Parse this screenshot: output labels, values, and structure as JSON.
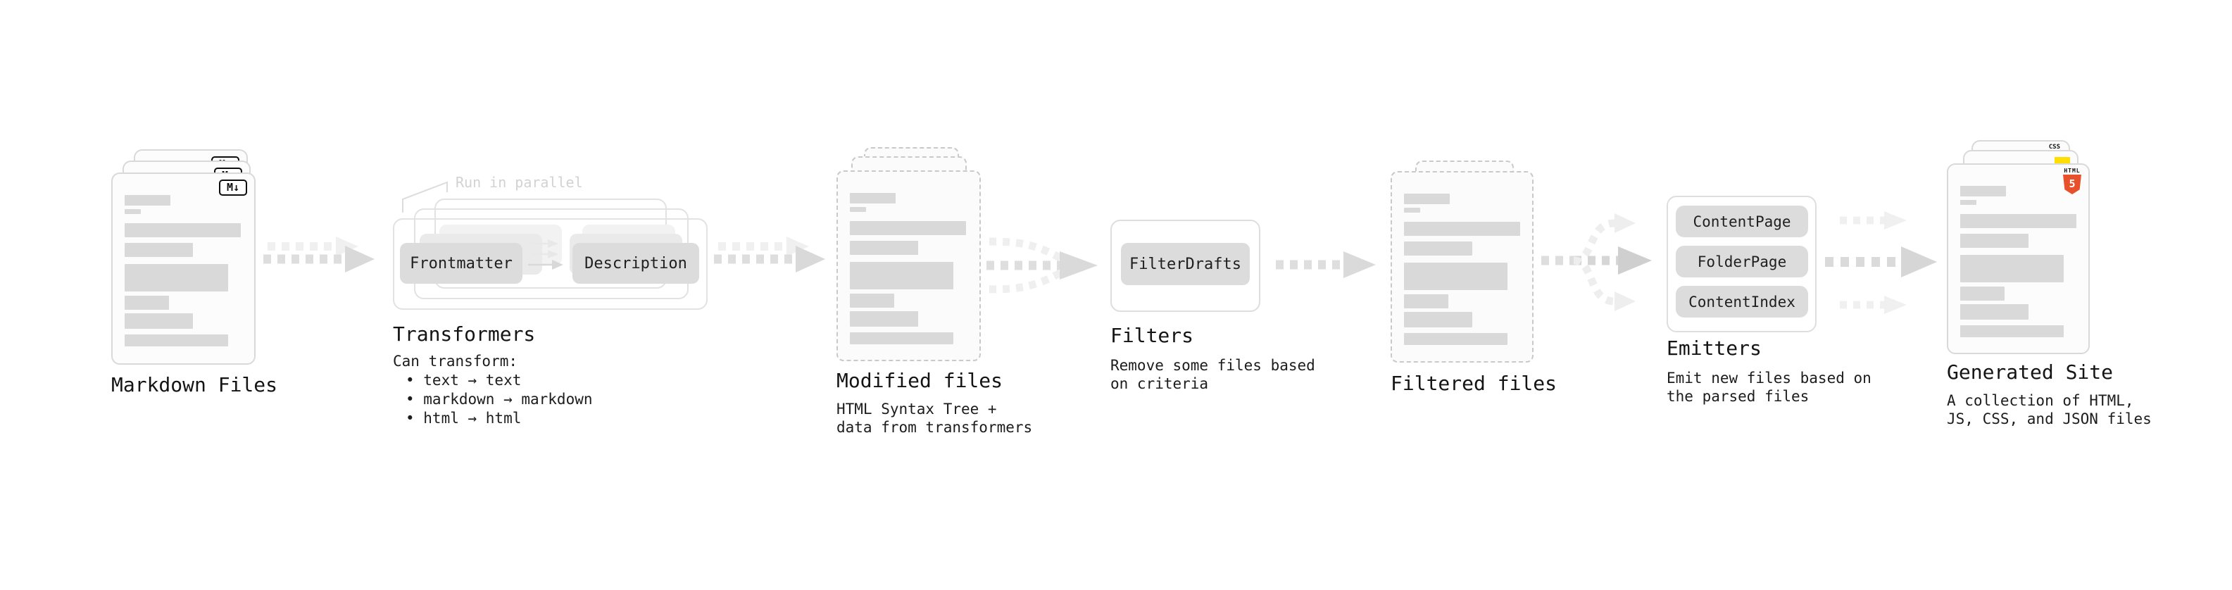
{
  "stages": {
    "markdown_files": {
      "label": "Markdown Files",
      "badge": "M↓"
    },
    "transformers": {
      "label": "Transformers",
      "note": "Run in parallel",
      "chip_left": "Frontmatter",
      "chip_right": "Description",
      "desc_heading": "Can transform:",
      "bullets": [
        "• text → text",
        "• markdown → markdown",
        "• html → html"
      ]
    },
    "modified_files": {
      "label": "Modified files",
      "desc_line1": "HTML Syntax Tree +",
      "desc_line2": "data from transformers"
    },
    "filters": {
      "label": "Filters",
      "chip": "FilterDrafts",
      "desc_line1": "Remove some files based",
      "desc_line2": "on criteria"
    },
    "filtered_files": {
      "label": "Filtered files"
    },
    "emitters": {
      "label": "Emitters",
      "chips": [
        "ContentPage",
        "FolderPage",
        "ContentIndex"
      ],
      "desc_line1": "Emit new files based on",
      "desc_line2": "the parsed files"
    },
    "generated_site": {
      "label": "Generated Site",
      "desc_line1": "A collection of HTML,",
      "desc_line2": "JS, CSS, and JSON files",
      "css_badge": "CSS",
      "html_badge_word": "HTML",
      "html_badge_number": "5"
    }
  },
  "colors": {
    "html5_orange": "#e8502b",
    "js_yellow": "#ffde00",
    "css_blue": "#2e6be6",
    "bar_gray": "#d9d9d9",
    "chip_gray": "#dcdcdc"
  }
}
